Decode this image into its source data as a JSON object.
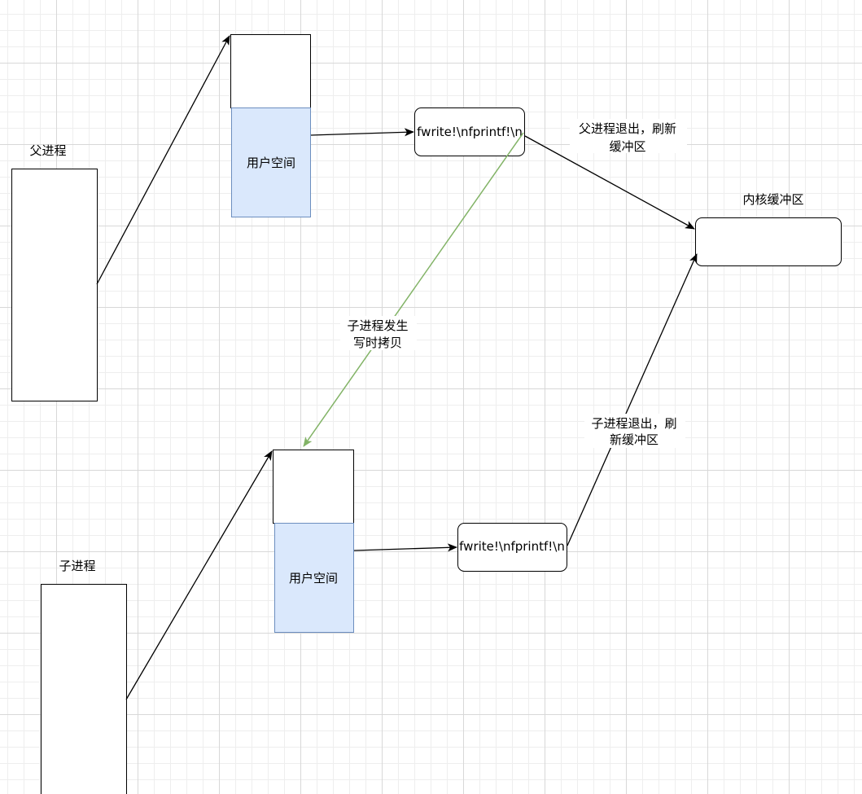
{
  "parent": {
    "label": "父进程",
    "user_space": "用户空间",
    "buffer_call": "fwrite!\\nfprintf!\\n",
    "exit_note_1": "父进程退出，刷新",
    "exit_note_2": "缓冲区"
  },
  "child": {
    "label": "子进程",
    "user_space": "用户空间",
    "buffer_call": "fwrite!\\nfprintf!\\n",
    "exit_note_1": "子进程退出，刷",
    "exit_note_2": "新缓冲区"
  },
  "cow_note_1": "子进程发生",
  "cow_note_2": "写时拷贝",
  "kernel_buffer_label": "内核缓冲区",
  "colors": {
    "user_space_fill": "#dae8fc",
    "user_space_stroke": "#6c8ebf",
    "cow_arrow": "#82b366",
    "stroke": "#000000"
  }
}
